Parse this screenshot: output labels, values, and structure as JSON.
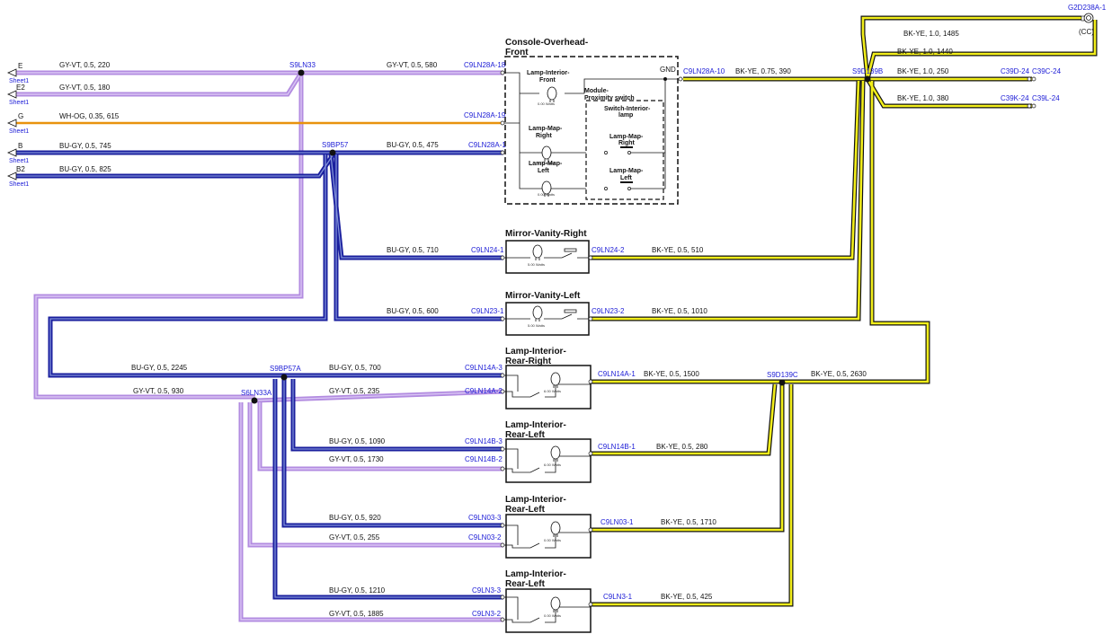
{
  "labels": {
    "console_title_1": "Console-Overhead-",
    "console_title_2": "Front",
    "lamp_int_front_1": "Lamp-Interior-",
    "lamp_int_front_2": "Front",
    "module_1": "Module-",
    "module_2": "Proximity switch",
    "switch_1": "Switch-Interior-",
    "switch_2": "lamp",
    "map_right_1": "Lamp-Map-",
    "map_right_2": "Right",
    "map_left_1": "Lamp-Map-",
    "map_left_2": "Left",
    "map_right_b1": "Lamp-Map-",
    "map_right_b2": "Right",
    "map_left_b1": "Lamp-Map-",
    "map_left_b2": "Left",
    "gnd": "GND",
    "mirror_right": "Mirror-Vanity-Right",
    "mirror_left": "Mirror-Vanity-Left",
    "rr_1": "Lamp-Interior-",
    "rr_2": "Rear-Right",
    "rl_1": "Lamp-Interior-",
    "rl_2": "Rear-Left",
    "rl3_1": "Lamp-Interior-",
    "rl3_2": "Rear-Left",
    "rl4_1": "Lamp-Interior-",
    "rl4_2": "Rear-Left",
    "cc": "(CC)",
    "g2d": "G2D238A-1",
    "watts_front": "0.00 Watts",
    "watts_map_r": "0.00 Watts",
    "watts_map_l": "0.00 Watts",
    "watts_mir_r": "5.00 Watts",
    "watts_mir_l": "5.00 Watts",
    "watts_rr": "6.00 Watts",
    "watts_rl": "6.00 Watts",
    "watts_rl3": "0.00 Watts",
    "watts_rl4": "0.00 Watts"
  },
  "sheet_refs": {
    "e_pin": "E",
    "e_sheet": "Sheet1",
    "e2_pin": "E2",
    "e2_sheet": "Sheet1",
    "g_pin": "G",
    "g_sheet": "Sheet1",
    "b_pin": "B",
    "b_sheet": "Sheet1",
    "b2_pin": "B2",
    "b2_sheet": "Sheet1"
  },
  "splices": {
    "s9ln33": "S9LN33",
    "s9bp57": "S9BP57",
    "s9d139b": "S9D139B",
    "s9bp57a": "S9BP57A",
    "s6ln33a": "S6LN33A",
    "s9d139c": "S9D139C"
  },
  "connectors": {
    "c9ln28a18": "C9LN28A-18",
    "c9ln28a19": "C9LN28A-19",
    "c9ln28a1": "C9LN28A-1",
    "c9ln28a10": "C9LN28A-10",
    "c39d24": "C39D-24",
    "c39c24": "C39C-24",
    "c39k24": "C39K-24",
    "c39l24": "C39L-24",
    "c9ln24_1": "C9LN24-1",
    "c9ln24_2": "C9LN24-2",
    "c9ln23_1": "C9LN23-1",
    "c9ln23_2": "C9LN23-2",
    "c9ln14a3": "C9LN14A-3",
    "c9ln14a2": "C9LN14A-2",
    "c9ln14a1": "C9LN14A-1",
    "c9ln14b3": "C9LN14B-3",
    "c9ln14b2": "C9LN14B-2",
    "c9ln14b1": "C9LN14B-1",
    "c9ln03_3": "C9LN03-3",
    "c9ln03_2": "C9LN03-2",
    "c9ln03_1": "C9LN03-1",
    "c9ln3_3": "C9LN3-3",
    "c9ln3_2": "C9LN3-2",
    "c9ln3_1": "C9LN3-1"
  },
  "wires": {
    "e": "GY-VT, 0.5, 220",
    "e2": "GY-VT, 0.5, 180",
    "g": "WH-OG, 0.35, 615",
    "b": "BU-GY, 0.5, 745",
    "b2": "BU-GY, 0.5, 825",
    "w580": "GY-VT, 0.5, 580",
    "w475": "BU-GY, 0.5, 475",
    "w390": "BK-YE, 0.75, 390",
    "w1485": "BK-YE, 1.0, 1485",
    "w1440": "BK-YE, 1.0, 1440",
    "w250": "BK-YE, 1.0, 250",
    "w380": "BK-YE, 1.0, 380",
    "w710": "BU-GY, 0.5, 710",
    "w510": "BK-YE, 0.5, 510",
    "w600": "BU-GY, 0.5, 600",
    "w1010": "BK-YE, 0.5, 1010",
    "w2245": "BU-GY, 0.5, 2245",
    "w700": "BU-GY, 0.5, 700",
    "w930": "GY-VT, 0.5, 930",
    "w235": "GY-VT, 0.5, 235",
    "w1500": "BK-YE, 0.5, 1500",
    "w2630": "BK-YE, 0.5, 2630",
    "w1090": "BU-GY, 0.5, 1090",
    "w1730": "GY-VT, 0.5, 1730",
    "w280": "BK-YE, 0.5, 280",
    "w920": "BU-GY, 0.5, 920",
    "w255": "GY-VT, 0.5, 255",
    "w1710": "BK-YE, 0.5, 1710",
    "w1210": "BU-GY, 0.5, 1210",
    "w1885": "GY-VT, 0.5, 1885",
    "w425": "BK-YE, 0.5, 425"
  },
  "colors": {
    "violet": "#b28be0",
    "violet_core": "#d9c6f4",
    "blue": "#1a1f9e",
    "blue_core": "#8090d8",
    "yellow": "#f2ee1a",
    "black": "#111111",
    "orange": "#e8920d",
    "connector_text": "#1b1bd6"
  }
}
